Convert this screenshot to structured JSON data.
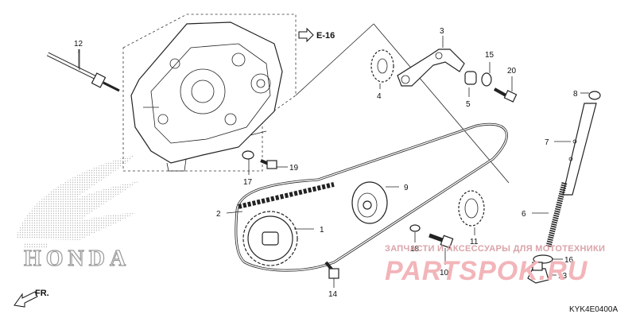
{
  "callouts": [
    {
      "id": "c1",
      "label": "1"
    },
    {
      "id": "c2",
      "label": "2"
    },
    {
      "id": "c3",
      "label": "3"
    },
    {
      "id": "c4",
      "label": "4"
    },
    {
      "id": "c5",
      "label": "5"
    },
    {
      "id": "c6",
      "label": "6"
    },
    {
      "id": "c7",
      "label": "7"
    },
    {
      "id": "c8",
      "label": "8"
    },
    {
      "id": "c9",
      "label": "9"
    },
    {
      "id": "c10",
      "label": "10"
    },
    {
      "id": "c11",
      "label": "11"
    },
    {
      "id": "c12",
      "label": "12"
    },
    {
      "id": "c13",
      "label": "13"
    },
    {
      "id": "c14",
      "label": "14"
    },
    {
      "id": "c15",
      "label": "15"
    },
    {
      "id": "c16",
      "label": "16"
    },
    {
      "id": "c17",
      "label": "17"
    },
    {
      "id": "c18",
      "label": "18"
    },
    {
      "id": "c19",
      "label": "19"
    },
    {
      "id": "c20",
      "label": "20"
    }
  ],
  "section_ref": "E-16",
  "front_label": "FR.",
  "diagram_code": "KYK4E0400A",
  "watermark": {
    "caption": "ЗАПЧАСТИ И АКСЕССУАРЫ ДЛЯ МОТОТЕХНИКИ",
    "site": "PARTSPOK.RU"
  },
  "brand_logo_text": "HONDA",
  "colors": {
    "ink": "#111111",
    "watermark_red": "#f2b5b9",
    "watermark_caption": "#d9a3a8",
    "logo_dots": "#b8b8b8"
  }
}
